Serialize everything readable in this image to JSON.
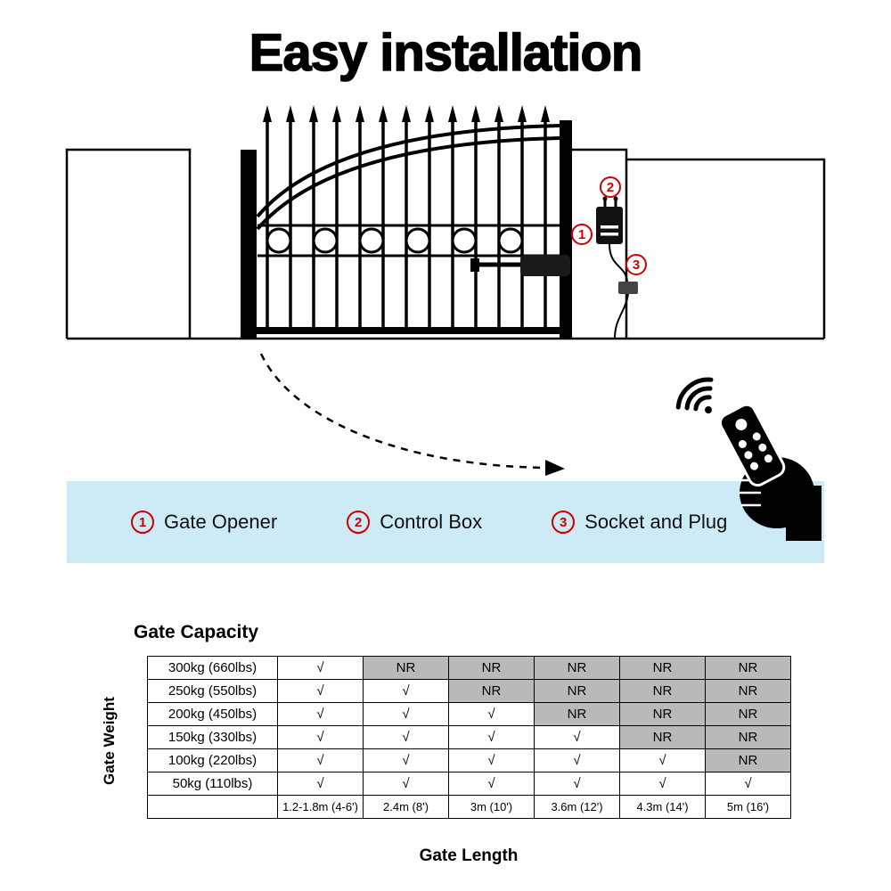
{
  "title": "Easy installation",
  "colors": {
    "accent-red": "#cc0000",
    "band-blue": "#cdeaf7",
    "nr-gray": "#b9b9b9"
  },
  "diagram": {
    "markers": [
      {
        "num": "1",
        "meaning": "Gate Opener"
      },
      {
        "num": "2",
        "meaning": "Control Box"
      },
      {
        "num": "3",
        "meaning": "Socket and Plug"
      }
    ]
  },
  "legend": {
    "items": [
      {
        "num": "1",
        "label": "Gate Opener"
      },
      {
        "num": "2",
        "label": "Control Box"
      },
      {
        "num": "3",
        "label": "Socket and Plug"
      }
    ]
  },
  "capacity": {
    "heading": "Gate Capacity",
    "row_axis_label": "Gate Weight",
    "col_axis_label": "Gate Length",
    "rows": [
      {
        "label": "300kg (660lbs)",
        "cells": [
          "√",
          "NR",
          "NR",
          "NR",
          "NR",
          "NR"
        ]
      },
      {
        "label": "250kg (550lbs)",
        "cells": [
          "√",
          "√",
          "NR",
          "NR",
          "NR",
          "NR"
        ]
      },
      {
        "label": "200kg (450lbs)",
        "cells": [
          "√",
          "√",
          "√",
          "NR",
          "NR",
          "NR"
        ]
      },
      {
        "label": "150kg (330lbs)",
        "cells": [
          "√",
          "√",
          "√",
          "√",
          "NR",
          "NR"
        ]
      },
      {
        "label": "100kg (220lbs)",
        "cells": [
          "√",
          "√",
          "√",
          "√",
          "√",
          "NR"
        ]
      },
      {
        "label": "50kg (110lbs)",
        "cells": [
          "√",
          "√",
          "√",
          "√",
          "√",
          "√"
        ]
      }
    ],
    "columns": [
      "1.2-1.8m (4-6')",
      "2.4m (8')",
      "3m (10')",
      "3.6m (12')",
      "4.3m (14')",
      "5m (16')"
    ]
  }
}
